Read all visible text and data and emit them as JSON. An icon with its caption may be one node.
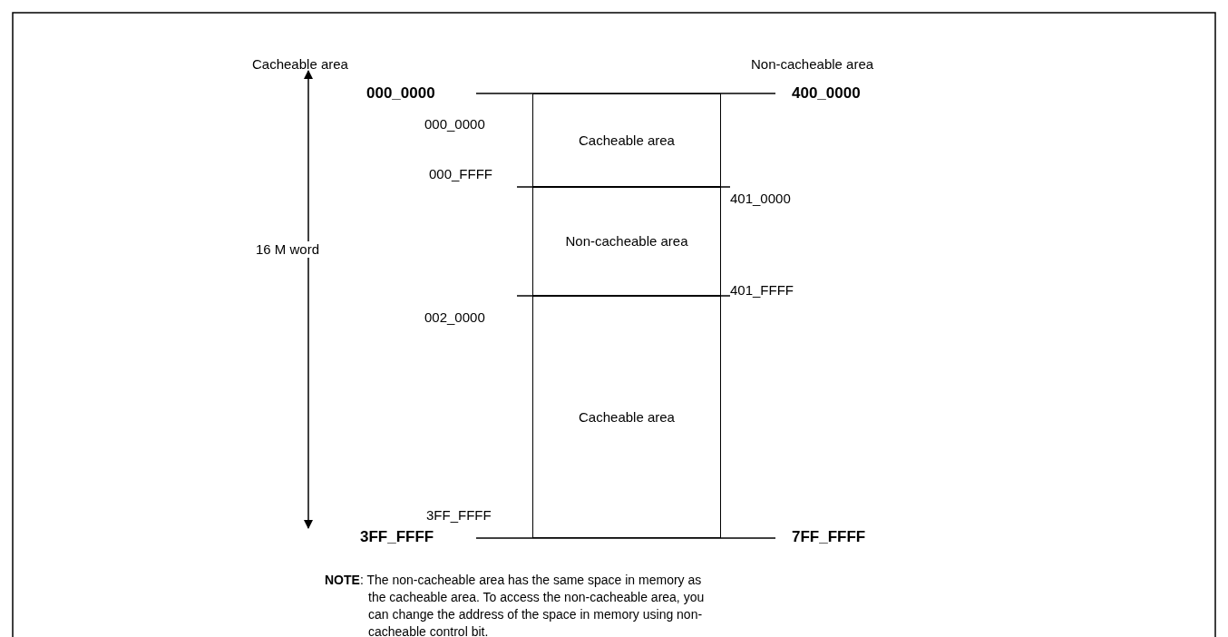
{
  "diagram": {
    "nodes": [
      {
        "text": [
          "Cacheable area"
        ]
      },
      {
        "text": [
          "Non-cacheable area"
        ]
      },
      {
        "text": [
          "Cacheable area"
        ]
      }
    ],
    "labels": [
      "Cacheable area",
      "Non-cacheable area",
      "000_0000",
      "400_0000",
      "000_0000",
      "000_FFFF",
      "401_0000",
      "16 M word",
      "401_FFFF",
      "002_0000",
      "3FF_FFFF",
      "3FF_FFFF",
      "7FF_FFFF",
      "**NOTE**:  The non-cacheable area has the same space in memory as the cacheable area. To access the non-cacheable area, you can change the address of the space in memory using non-cacheable control bit."
    ]
  }
}
